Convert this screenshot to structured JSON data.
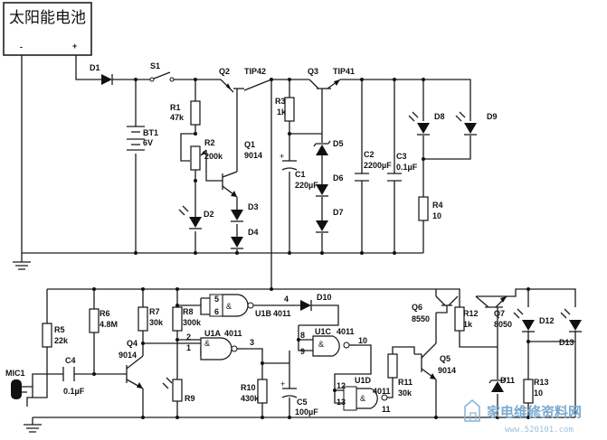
{
  "panel": {
    "title": "太阳能电池",
    "minus": "-",
    "plus": "+"
  },
  "watermark": {
    "text": "家电维修资料网",
    "url": "www.520101.com"
  },
  "labels": {
    "D1": "D1",
    "S1": "S1",
    "Q2": "Q2",
    "TIP42": "TIP42",
    "Q3": "Q3",
    "TIP41": "TIP41",
    "R1": "R1",
    "R1v": "47k",
    "BT1": "BT1",
    "BT1v": "6V",
    "R2": "R2",
    "R2v": "200k",
    "Q1": "Q1",
    "Q1v": "9014",
    "D2": "D2",
    "D3": "D3",
    "D4": "D4",
    "R3": "R3",
    "R3v": "1k",
    "D5": "D5",
    "D6": "D6",
    "D7": "D7",
    "C1": "C1",
    "C1v": "220µF",
    "C2": "C2",
    "C2v": "2200µF",
    "C3": "C3",
    "C3v": "0.1µF",
    "R4": "R4",
    "R4v": "10",
    "D8": "D8",
    "D9": "D9",
    "R5": "R5",
    "R5v": "22k",
    "R6": "R6",
    "R6v": "4.8M",
    "R7": "R7",
    "R7v": "30k",
    "R8": "R8",
    "R8v": "300k",
    "Q4": "Q4",
    "Q4v": "9014",
    "C4": "C4",
    "C4v": "0.1µF",
    "MIC1": "MIC1",
    "R9": "R9",
    "U1A": "U1A",
    "U1Av": "4011",
    "U1B": "U1B",
    "U1Bv": "4011",
    "U1C": "U1C",
    "U1Cv": "4011",
    "U1D": "U1D",
    "U1Dv": "4011",
    "D10": "D10",
    "R10": "R10",
    "R10v": "430k",
    "C5": "C5",
    "C5v": "100µF",
    "R11": "R11",
    "R11v": "30k",
    "Q5": "Q5",
    "Q5v": "9014",
    "Q6": "Q6",
    "Q6v": "8550",
    "Q7": "Q7",
    "Q7v": "8050",
    "R12": "R12",
    "R12v": "1k",
    "D11": "D11",
    "D12": "D12",
    "D13": "D13",
    "R13": "R13",
    "R13v": "10",
    "p1": "1",
    "p2": "2",
    "p3": "3",
    "p4": "4",
    "p5": "5",
    "p6": "6",
    "p8": "8",
    "p9": "9",
    "p10": "10",
    "p11": "11",
    "p12": "12",
    "p13": "13"
  }
}
